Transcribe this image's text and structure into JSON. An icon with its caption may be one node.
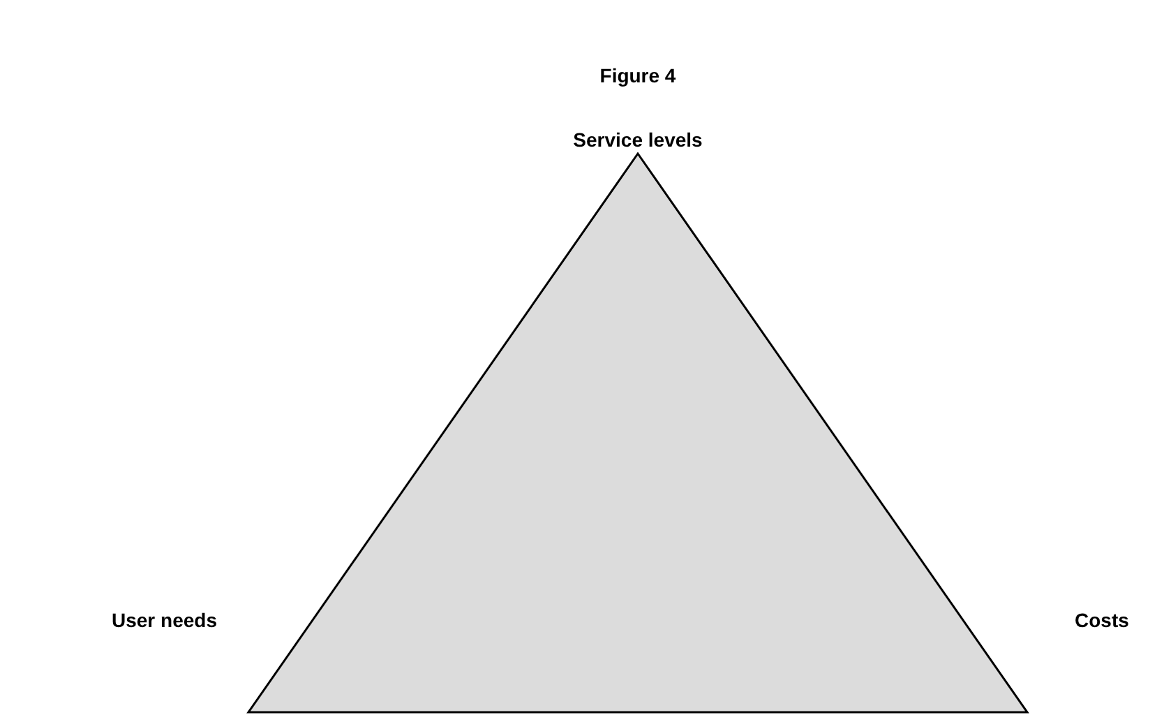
{
  "diagram": {
    "title": "Figure 4",
    "labels": [
      "Service levels",
      "User needs",
      "Costs"
    ]
  }
}
